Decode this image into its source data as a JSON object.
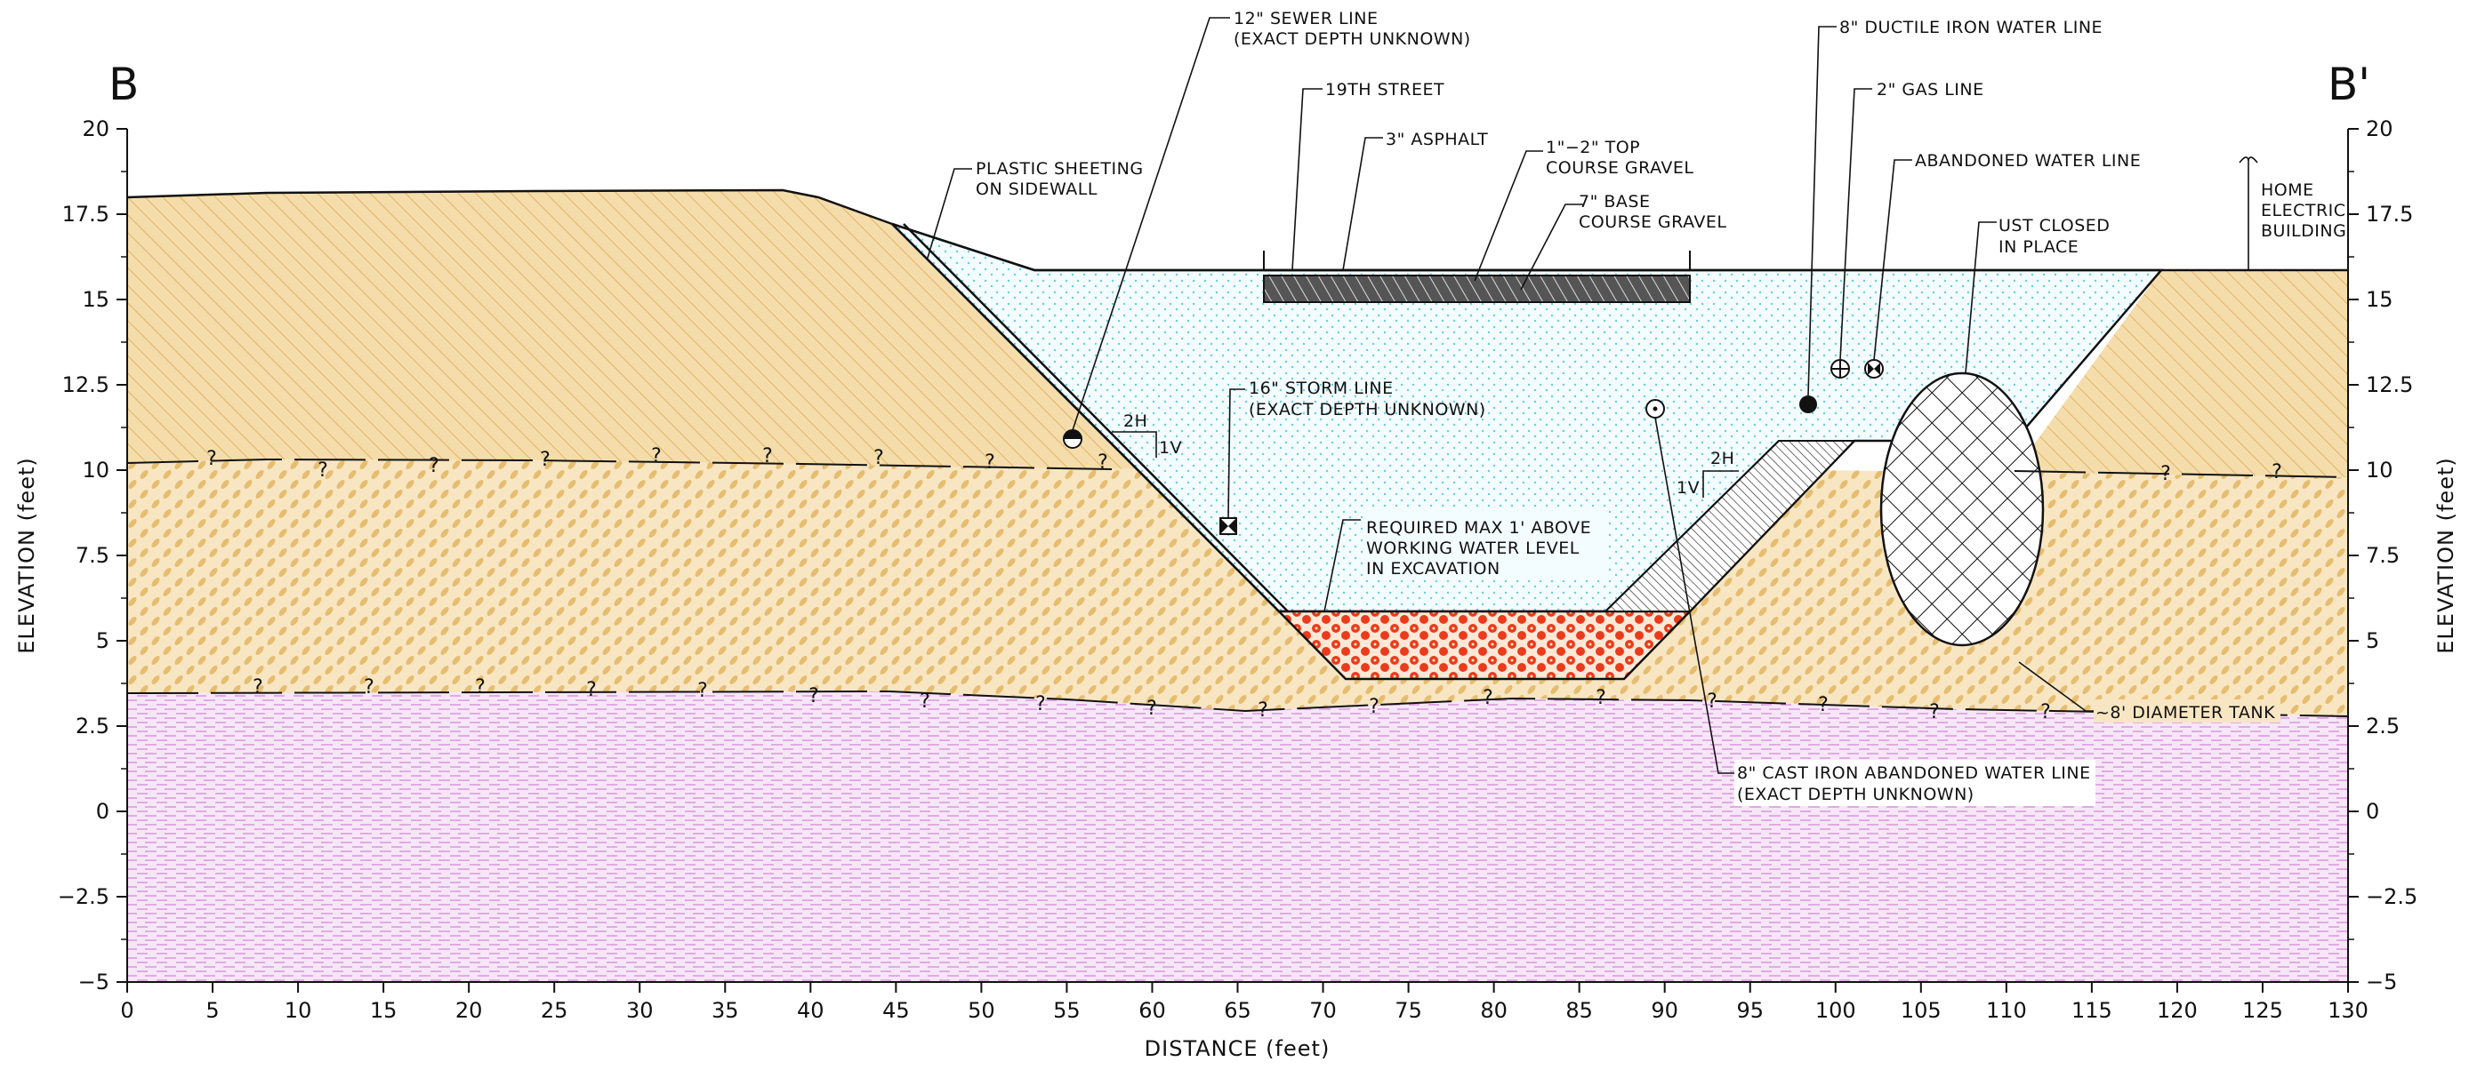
{
  "section": {
    "left_mark": "B",
    "right_mark": "B'"
  },
  "axes": {
    "x_title": "DISTANCE  (feet)",
    "y_title_left": "ELEVATION  (feet)",
    "y_title_right": "ELEVATION  (feet)",
    "x_range": [
      0,
      130
    ],
    "y_range": [
      -5,
      20
    ],
    "x_ticks": [
      "0",
      "5",
      "10",
      "15",
      "20",
      "25",
      "30",
      "35",
      "40",
      "45",
      "50",
      "55",
      "60",
      "65",
      "70",
      "75",
      "80",
      "85",
      "90",
      "95",
      "100",
      "105",
      "110",
      "115",
      "120",
      "125",
      "130"
    ],
    "y_ticks": [
      "20",
      "17.5",
      "15",
      "12.5",
      "10",
      "7.5",
      "5",
      "2.5",
      "0",
      "−2.5",
      "−5"
    ]
  },
  "labels": {
    "sewer_1": "12\" SEWER LINE",
    "sewer_2": "(EXACT DEPTH UNKNOWN)",
    "street": "19TH STREET",
    "asphalt": "3\" ASPHALT",
    "top_gravel_1": "1\"−2\" TOP",
    "top_gravel_2": "COURSE GRAVEL",
    "base_gravel_1": "7\" BASE",
    "base_gravel_2": "COURSE GRAVEL",
    "sheeting_1": "PLASTIC SHEETING",
    "sheeting_2": "ON SIDEWALL",
    "ductile_1": "8\" DUCTILE IRON WATER LINE",
    "gas_1": "2\" GAS LINE",
    "abandoned_1": "ABANDONED WATER LINE",
    "ust_1": "UST CLOSED",
    "ust_2": "IN PLACE",
    "home_1": "HOME",
    "home_2": "ELECTRIC",
    "home_3": "BUILDING",
    "storm_1": "16\" STORM LINE",
    "storm_2": "(EXACT DEPTH UNKNOWN)",
    "required_1": "REQUIRED MAX 1' ABOVE",
    "required_2": "WORKING WATER LEVEL",
    "required_3": "IN EXCAVATION",
    "tank_1": "~8' DIAMETER TANK",
    "cast_iron_1": "8\" CAST IRON ABANDONED WATER LINE",
    "cast_iron_2": "(EXACT DEPTH UNKNOWN)",
    "slope_h_left": "2H",
    "slope_v_left": "1V",
    "slope_h_right": "2H",
    "slope_v_right": "1V",
    "unknown_mark": "?"
  },
  "colors": {
    "soil_upper": "#f3d9a5",
    "soil_hatch": "#e1b766",
    "soil_middle_spot": "#e9c57c",
    "clay_lower": "#f6e3f6",
    "clay_lines": "#cf8fd3",
    "backfill_dots": "#7fd6e6",
    "backfill_bg": "#f1fbfd",
    "gravel_red": "#ee3a1e",
    "line": "#111111"
  }
}
